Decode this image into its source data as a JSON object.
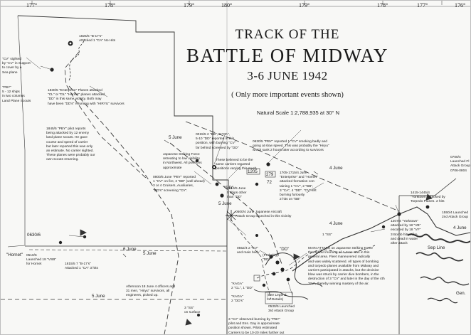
{
  "map": {
    "title_line1": "TRACK OF THE",
    "title_line2": "BATTLE OF MIDWAY",
    "title_line3": "3-6 JUNE 1942",
    "subtitle": "( Only more important events shown)",
    "scale": "Natural Scale 1:2,788,935 at 30° N"
  },
  "longitudes": [
    "177°",
    "178°",
    "179°",
    "180°",
    "179°",
    "178°",
    "177°",
    "176°"
  ],
  "date_labels": {
    "june5_a": "5 June",
    "june4_a": "4 June",
    "june5_b": "5 June",
    "june6_a": "6 June",
    "june5_c": "5 June",
    "june5_d": "5 June",
    "june4_b": "4 June",
    "june4_c": "4 June"
  },
  "annotations": {
    "a1825": "1825/5 \"B-17's\"\nAttacked 1 \"CA\" No Hits",
    "cv_sighted": "\"CV\" sighted\nby \"CV\" in Support\nto cover by a\nSea plane",
    "pby_left": "\"PBY\"\n5 - 12 ships\nin two columns\nLand Plane Scouts",
    "a1830": "1830/5 \"Enterprise\" Planes attacked\n\"CL\" or \"DL\" \"Hornet\" planes attacked\n\"DD\" in this same vicinity. Both may\nhave been \"DD's\" returning with \"HIRYU\" survivors",
    "a1845": "1845/5 \"PBY\" pilot reports\nbeing attacked by 12 enemy\nland plane scouts. He gave\ncourse and speed of carrier\nbut later reported this was only\nan estimate. No carrier sighted.\nThese planes were probably our\nown scouts returning.",
    "a0015": "0015/5 2 \"BB\", 3 \"CA\",\n5-10 \"DD\" reported in this\nposition, with burning \"CV\"\nfar behind screened by \"DD\"",
    "a0630_pby": "0630/5 \"PBY\" reported 1 \"CV\" smoking badly and\ngoing at slow speed. This was probably the \"Hiryu\"\nwhich sank 2 hours later according to survivors",
    "these": "These believed to be the\nsame carriers reported\npositions varying this much",
    "strike": "Japanese Striking Force\nretreating to low visibility\nin Northwest. All positions\napproximate",
    "a0800": "0800/5 June \"PBY\" reported\n1 \"CV\" on fire, 2 \"BB\" (well ahead)\n3 or 4 Cruisers, Auxiliaries,\n\"DD's\" screening \"CV\".",
    "a0719": "0719/5 June\n5 ships other\nthan \"DD\"",
    "a1705": "1705-1715/4 June\n\"Enterprise\" and \"Hornet\"\nattacked formation con-\ntaining 1 \"CV\", 2 \"BB\",\n3 \"CA\", 4 \"DD\". \"CV\" left\nburning furiously\n2 hits on \"BB\"",
    "a0500": "0500/4 June Japanese Aircraft\nAttack Group launched in this vicinity",
    "a1415": "1415-1445/4\n\"Yorktown\" attacked by\nTorpedo Planes. 2 hits",
    "a0700": "0700/4\nLaunched Fl\nAttack Group\n0706-0804",
    "a1207": "1207/4 \"Yorktown\"\nattacked by 18 \"VB\"\nescorted by 18 \"VF\"\n3 Bomb hits. Afire\nand dead in water\nafter attack",
    "a1550": "1550/4 Launched\n2nd Attack Group",
    "a0510": "0510/6\nLaunched 18 \"VSB\"\nfor Hornet",
    "a1815": "1815/5 7 \"B-17's\"\nAttacked 1 \"CA\" 3 hits",
    "afternoon": "Afternoon 18 June 4 officers and\n31 men, \"Hiryu\" survivors, all\nengineers, picked up.",
    "a0552": "0552/4 2 \"CV\"\nand main body",
    "probably": "(Probably)\n\"DD\"",
    "main_attack": "MAIN ATTACK on Japanese Striking Force\nthroughout morning of 4 June was in this\ngeneral area. Fleet maneuvered radically\nand was widely scattered. All types of bombing\nand torpedo planes available from Midway and\ncarriers participated in attacks, but the decisive\nblow was struck by carrier dive bombers, in the\ndestruction of 3 \"CV\" and later in the day of the 4th\n\"CV\", thereby winning mastery of the air.",
    "see_legend": "(See Legend\nfor Details)",
    "kaga": "\"KAGA\"\n2 \"CL\", 1 \"DD\"",
    "kaga2": "\"KAGA\"\n2 \"DD's\"",
    "a0530": "0530/5 Launched\n3rd Attack Group",
    "ss_surface": "3 \"SS\"\non surface",
    "ss_1": "1 \"SS\"",
    "cv_observed": "3 \"CV\" observed burning by \"PBY\"\npilot and Ens. Gay in approximate\nposition shown. Pilots estimated\nCarriers to be 10-20 miles further out",
    "hornet": "\"Hornet\"",
    "gen": "Gen."
  },
  "labels": {
    "box_0630": "0630/6",
    "box_1205": "1205",
    "box_279": "279",
    "box_72": "72",
    "ss_dd": "\"DD\"",
    "dd_sep": "\"DD\"",
    "sep_line": "Sep Line"
  }
}
